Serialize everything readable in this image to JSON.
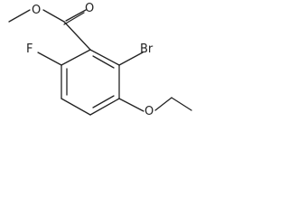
{
  "molecule": {
    "atom_labels": {
      "methyl_ester_oxygen": "O",
      "carbonyl_oxygen": "O",
      "fluorine": "F",
      "bromine": "Br",
      "ether_oxygen": "O"
    }
  },
  "colors": {
    "background": "#ffffff",
    "ink": "#222222"
  }
}
